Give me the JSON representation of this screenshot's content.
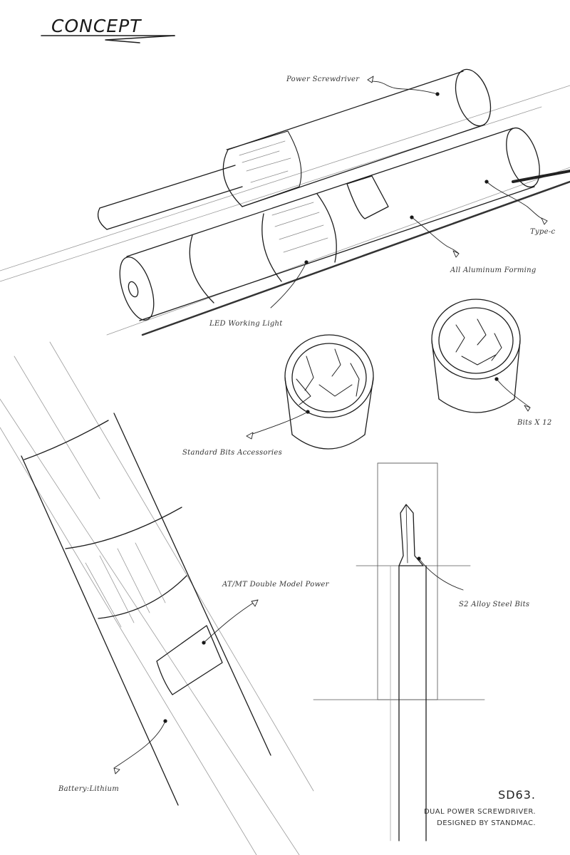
{
  "page": {
    "heading": "CONCEPT",
    "model_code": "SD63.",
    "product_line": "DUAL POWER SCREWDRIVER.",
    "designer_line": "DESIGNED BY STANDMAC."
  },
  "callouts": {
    "power_screwdriver": "Power Screwdriver",
    "type_c": "Type-c",
    "all_aluminum": "All Aluminum Forming",
    "led_light": "LED Working Light",
    "bits_x12": "Bits X 12",
    "standard_bits": "Standard Bits Accessories",
    "double_power": "AT/MT Double Model Power",
    "s2_bits": "S2 Alloy Steel Bits",
    "battery": "Battery:Lithium"
  }
}
